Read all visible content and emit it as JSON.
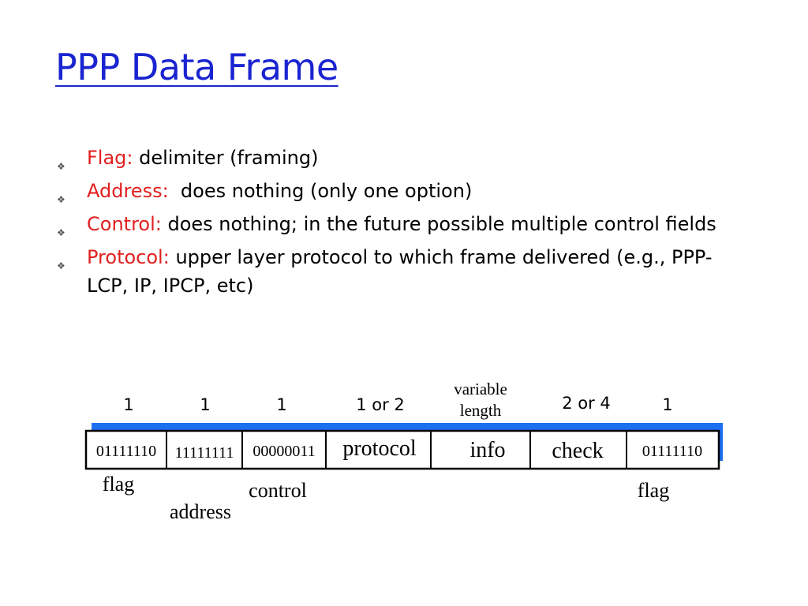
{
  "title": "PPP Data Frame",
  "bullets": [
    {
      "term": "Flag:",
      "text": " delimiter (framing)"
    },
    {
      "term": "Address:",
      "text": "  does nothing (only one option)"
    },
    {
      "term": "Control:",
      "text": " does nothing; in the future possible multiple control fields"
    },
    {
      "term": "Protocol:",
      "text": " upper layer protocol to which frame delivered (e.g., PPP-LCP, IP, IPCP, etc)"
    }
  ],
  "bullet_icon": "diamond-bullet-icon",
  "colors": {
    "title": "#1a24d0",
    "term": "#e11f1f",
    "accent_bar": "#1c6ff0"
  },
  "frame": {
    "sizes": [
      "1",
      "1",
      "1",
      "1 or 2",
      "variable",
      "length",
      "2 or 4",
      "1"
    ],
    "fields": [
      "01111110",
      "11111111",
      "00000011",
      "protocol",
      "info",
      "check",
      "01111110"
    ],
    "labels": [
      "flag",
      "address",
      "control",
      "flag"
    ]
  }
}
